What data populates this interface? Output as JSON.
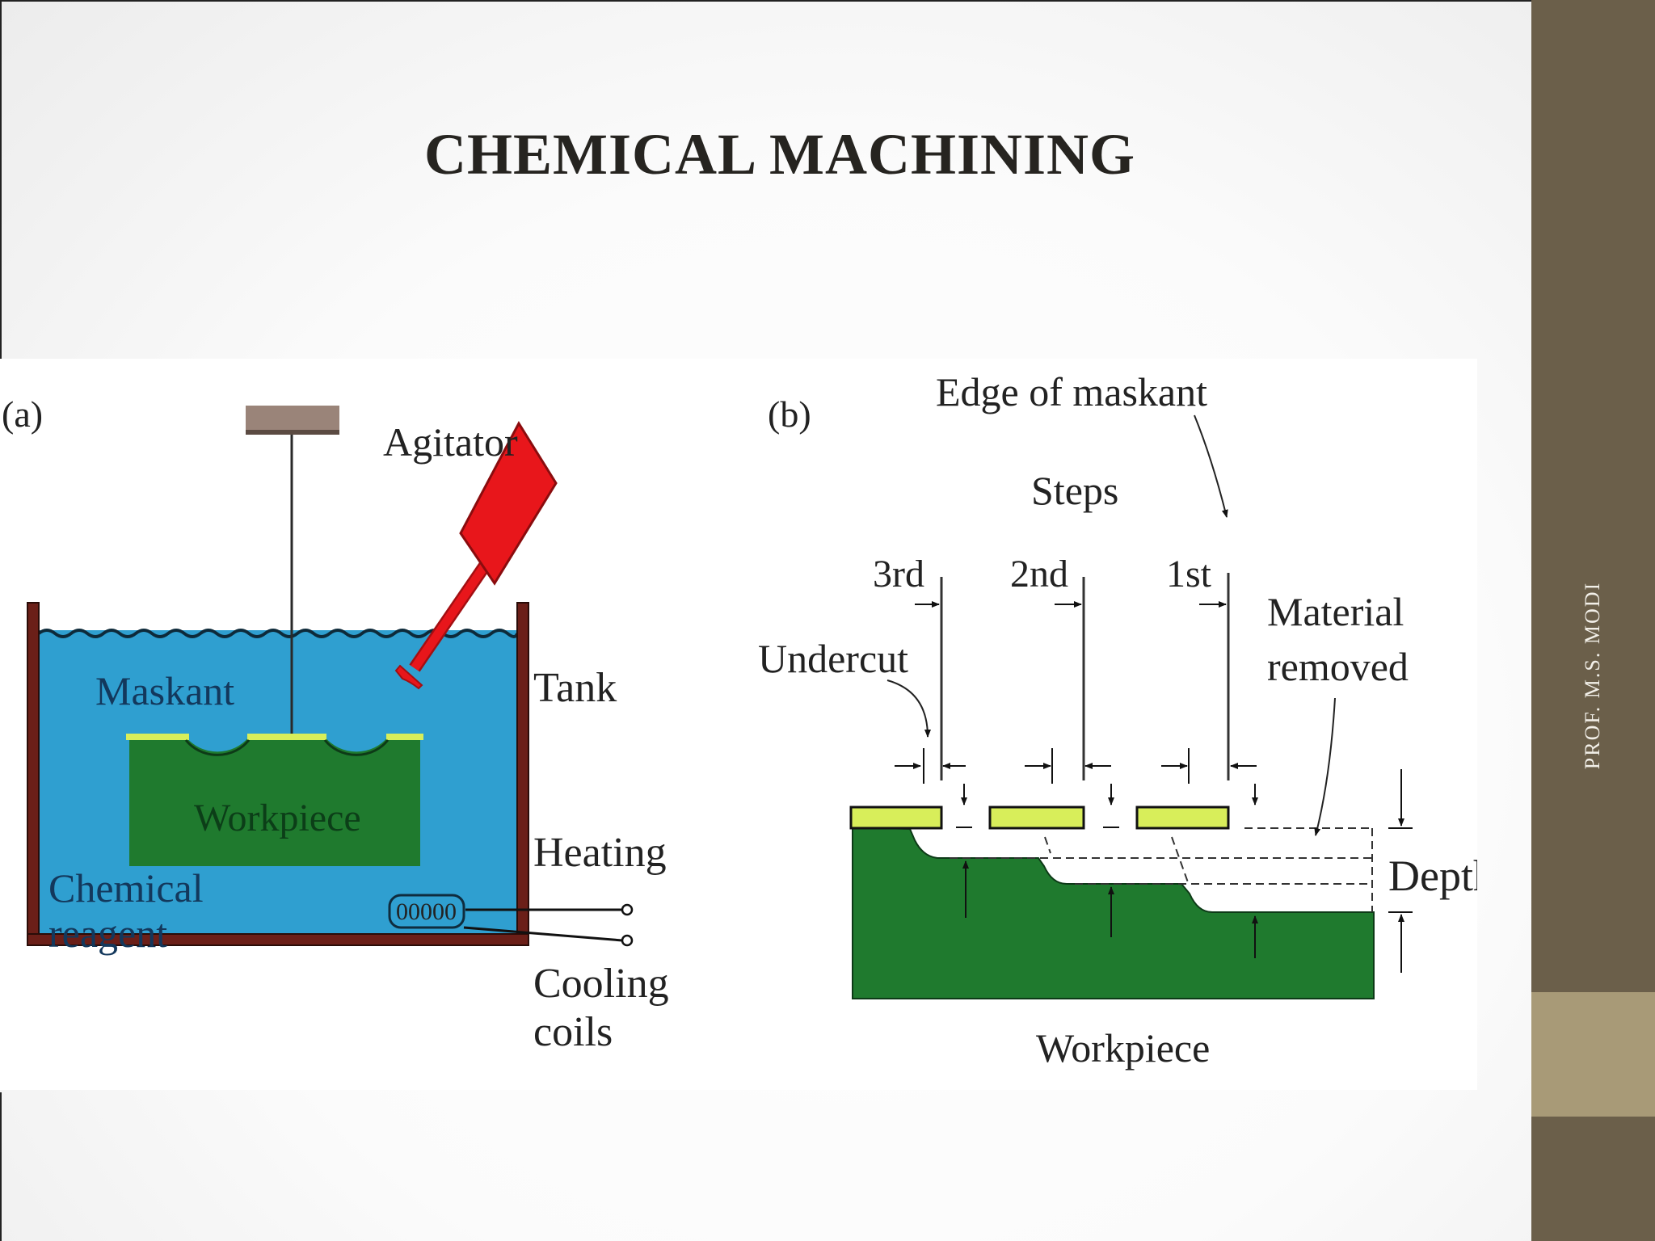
{
  "slide": {
    "title": "CHEMICAL MACHINING",
    "author": "PROF. M.S. MODI"
  },
  "figure_a": {
    "tag": "(a)",
    "labels": {
      "agitator": "Agitator",
      "maskant": "Maskant",
      "tank": "Tank",
      "workpiece": "Workpiece",
      "heating": "Heating",
      "chemical": "Chemical",
      "reagent": "reagent",
      "coil_text": "00000",
      "cooling": "Cooling",
      "coils": "coils"
    },
    "colors": {
      "reagent": "#2f9fd0",
      "tank": "#6b1f18",
      "workpiece": "#1f7a2e",
      "maskant": "#d8ee5a",
      "agitator": "#e8161b",
      "holder": "#9a8479"
    }
  },
  "figure_b": {
    "tag": "(b)",
    "labels": {
      "edge_of_maskant": "Edge of  maskant",
      "steps": "Steps",
      "step_3": "3rd",
      "step_2": "2nd",
      "step_1": "1st",
      "material": "Material",
      "removed": "removed",
      "undercut": "Undercut",
      "depth": "Depth",
      "workpiece": "Workpiece"
    },
    "colors": {
      "workpiece": "#1f7a2e",
      "maskant": "#d8ee5a"
    }
  }
}
